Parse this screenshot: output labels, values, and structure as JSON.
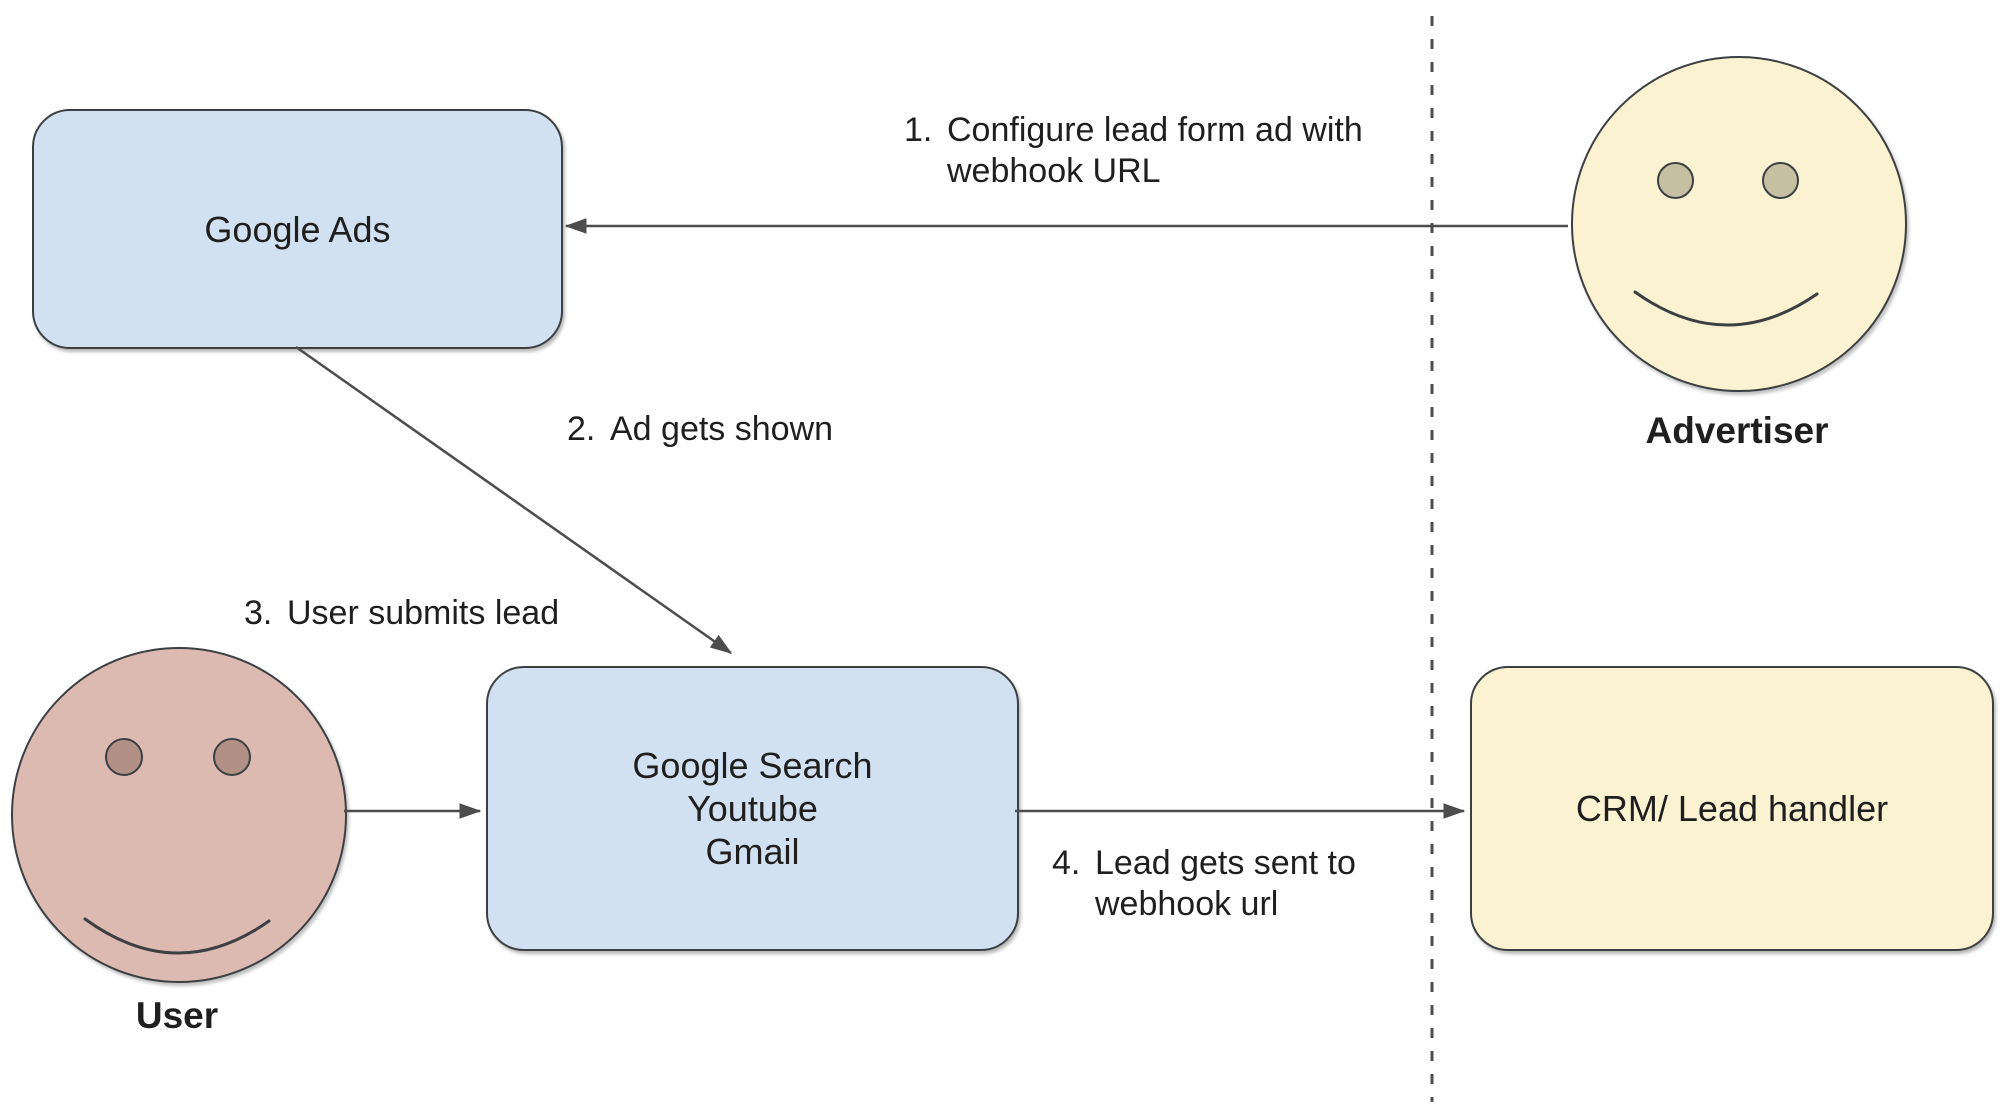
{
  "nodes": {
    "google_ads": {
      "label": "Google Ads"
    },
    "google_surfaces": {
      "lines": [
        "Google Search",
        "Youtube",
        "Gmail"
      ]
    },
    "crm": {
      "label": "CRM/ Lead handler"
    },
    "advertiser": {
      "label": "Advertiser"
    },
    "user": {
      "label": "User"
    }
  },
  "steps": {
    "s1": {
      "num": "1.",
      "lines": [
        "Configure lead form ad with",
        "webhook URL"
      ]
    },
    "s2": {
      "num": "2.",
      "lines": [
        "Ad gets shown"
      ]
    },
    "s3": {
      "num": "3.",
      "lines": [
        "User submits lead"
      ]
    },
    "s4": {
      "num": "4.",
      "lines": [
        "Lead gets sent to",
        "webhook url"
      ]
    }
  },
  "colors": {
    "blueFill": "#d2e1f1",
    "yellowFill": "#faf2d0",
    "userFill": "#ddbab1",
    "userEye": "#b29086",
    "advEye": "#c6bfa2",
    "shapeBorder": "#3c4043",
    "stroke": "#4d4d4d",
    "text": "#1f1f1f"
  }
}
